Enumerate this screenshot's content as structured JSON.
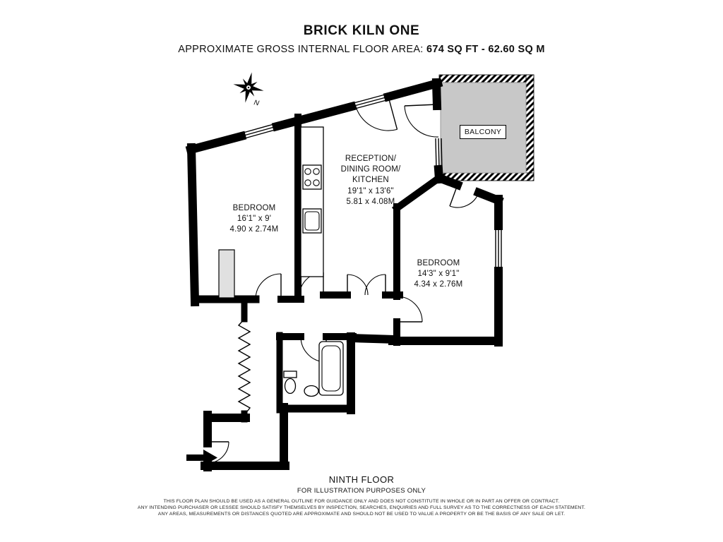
{
  "header": {
    "title": "BRICK KILN ONE",
    "subtitle_label": "APPROXIMATE GROSS INTERNAL FLOOR AREA:",
    "subtitle_value": "674 SQ FT  -  62.60 SQ M"
  },
  "compass": {
    "label": "N"
  },
  "rooms": {
    "bedroom_left": {
      "name": "BEDROOM",
      "dims_imperial": "16'1\" x 9'",
      "dims_metric": "4.90 x 2.74M"
    },
    "reception": {
      "name_line1": "RECEPTION/",
      "name_line2": "DINING ROOM/",
      "name_line3": "KITCHEN",
      "dims_imperial": "19'1\" x 13'6\"",
      "dims_metric": "5.81 x 4.08M"
    },
    "bedroom_right": {
      "name": "BEDROOM",
      "dims_imperial": "14'3\" x 9'1\"",
      "dims_metric": "4.34 x 2.76M"
    },
    "balcony": {
      "name": "BALCONY"
    }
  },
  "footer": {
    "floor": "NINTH FLOOR",
    "note": "FOR ILLUSTRATION PURPOSES ONLY",
    "disclaimer": [
      "THIS FLOOR PLAN SHOULD BE USED AS A GENERAL OUTLINE FOR GUIDANCE ONLY AND DOES NOT CONSTITUTE IN WHOLE OR IN PART AN OFFER OR CONTRACT.",
      "ANY INTENDING PURCHASER OR LESSEE SHOULD SATISFY THEMSELVES BY INSPECTION, SEARCHES, ENQUIRIES AND FULL SURVEY AS TO THE CORRECTNESS OF EACH STATEMENT.",
      "ANY AREAS, MEASUREMENTS OR DISTANCES QUOTED ARE APPROXIMATE AND SHOULD NOT BE USED TO VALUE A PROPERTY OR BE THE BASIS OF ANY SALE OR LET."
    ]
  }
}
